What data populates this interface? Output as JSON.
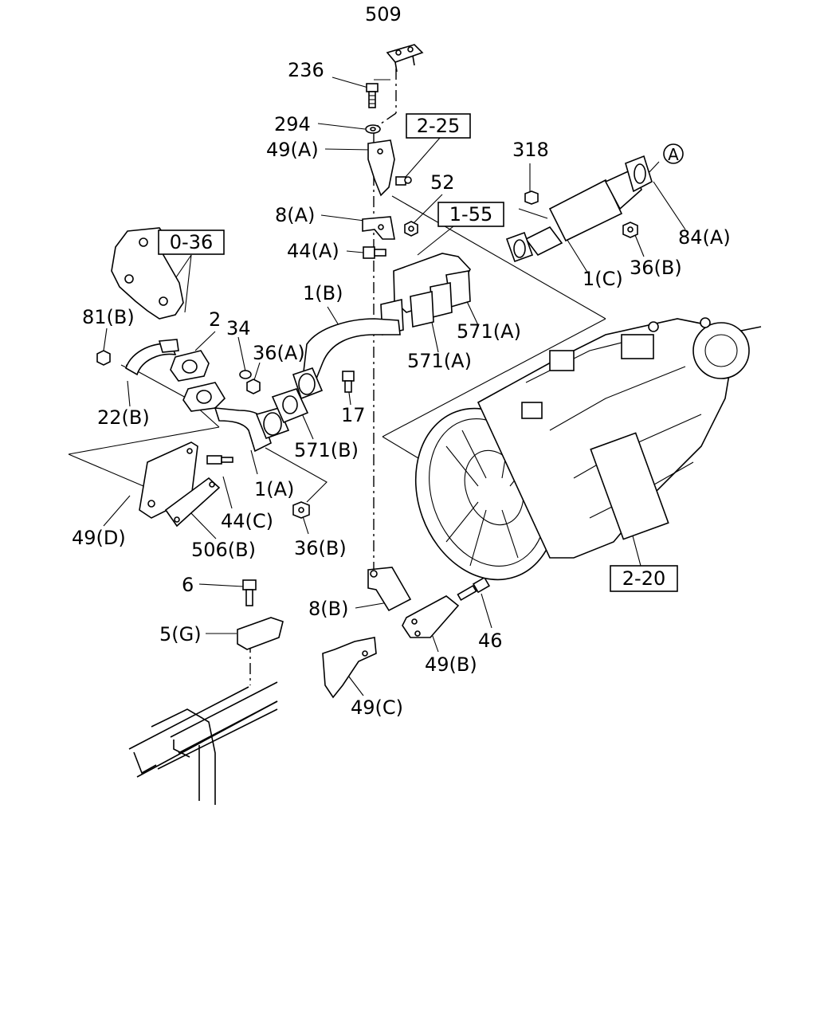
{
  "diagram": {
    "callouts": {
      "c509": "509",
      "c236": "236",
      "c294": "294",
      "c49a": "49(A)",
      "c52": "52",
      "c8a": "8(A)",
      "c44a": "44(A)",
      "c318": "318",
      "c84a": "84(A)",
      "c36b_top": "36(B)",
      "c1c": "1(C)",
      "c1b": "1(B)",
      "c571a_1": "571(A)",
      "c571a_2": "571(A)",
      "c81b": "81(B)",
      "c2": "2",
      "c34": "34",
      "c36a": "36(A)",
      "c17": "17",
      "c571b": "571(B)",
      "c22b": "22(B)",
      "c1a": "1(A)",
      "c44c": "44(C)",
      "c49d": "49(D)",
      "c506b": "506(B)",
      "c36b_bottom": "36(B)",
      "c6": "6",
      "c5g": "5(G)",
      "c8b": "8(B)",
      "c46": "46",
      "c49b": "49(B)",
      "c49c": "49(C)"
    },
    "reference_boxes": {
      "r225": "2-25",
      "r155": "1-55",
      "r036": "0-36",
      "r220": "2-20"
    },
    "circled_marker": "A"
  }
}
